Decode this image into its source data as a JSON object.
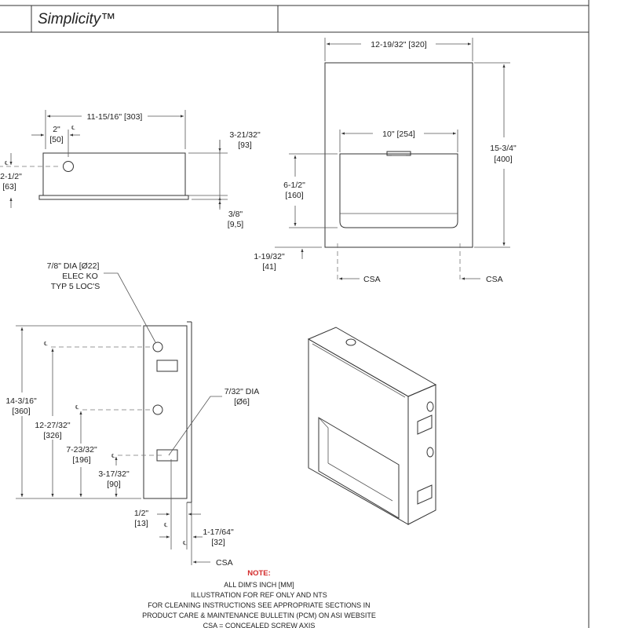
{
  "header": {
    "title": "Simplicity™"
  },
  "side_view": {
    "width": "11-15/16\" [303]",
    "offset": "2\"",
    "offset_mm": "[50]",
    "depth": "3-21/32\"",
    "depth_mm": "[93]",
    "ko_height": "2-1/2\"",
    "ko_height_mm": "[63]",
    "flange": "3/8\"",
    "flange_mm": "[9,5]"
  },
  "front_view": {
    "width": "12-19/32\" [320]",
    "opening_width": "10\" [254]",
    "height": "15-3/4\"",
    "height_mm": "[400]",
    "opening_height": "6-1/2\"",
    "opening_height_mm": "[160]",
    "bottom": "1-19/32\"",
    "bottom_mm": "[41]",
    "csa_left": "CSA",
    "csa_right": "CSA"
  },
  "section_view": {
    "elec_ko_1": "7/8\" DIA [Ø22]",
    "elec_ko_2": "ELEC KO",
    "elec_ko_3": "TYP 5 LOC'S",
    "screw": "7/32\" DIA",
    "screw_mm": "[Ø6]",
    "d1": "14-3/16\"",
    "d1_mm": "[360]",
    "d2": "12-27/32\"",
    "d2_mm": "[326]",
    "d3": "7-23/32\"",
    "d3_mm": "[196]",
    "d4": "3-17/32\"",
    "d4_mm": "[90]",
    "d5": "1/2\"",
    "d5_mm": "[13]",
    "d6": "1-17/64\"",
    "d6_mm": "[32]",
    "csa": "CSA",
    "cl": "℄"
  },
  "notes": {
    "heading": "NOTE:",
    "line1": "ALL DIM'S INCH [MM]",
    "line2": "ILLUSTRATION FOR REF ONLY AND NTS",
    "line3": "FOR CLEANING INSTRUCTIONS SEE APPROPRIATE SECTIONS IN",
    "line4": "PRODUCT CARE & MAINTENANCE BULLETIN (PCM) ON ASI WEBSITE",
    "line5": "CSA = CONCEALED SCREW AXIS"
  }
}
